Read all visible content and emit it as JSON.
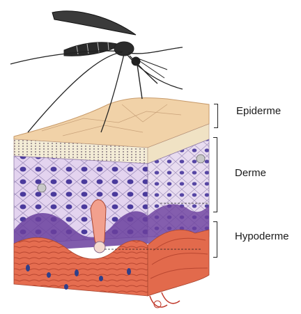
{
  "labels": {
    "epidermis": "Epiderme",
    "dermis": "Derme",
    "hypodermis": "Hypoderme"
  },
  "colors": {
    "epidermis": "#f1d2a8",
    "dermis": "#d9c4e6",
    "hypodermis": "#e7785a",
    "cell_nucleus": "#4b3c9a",
    "mosquito": "#222222"
  }
}
